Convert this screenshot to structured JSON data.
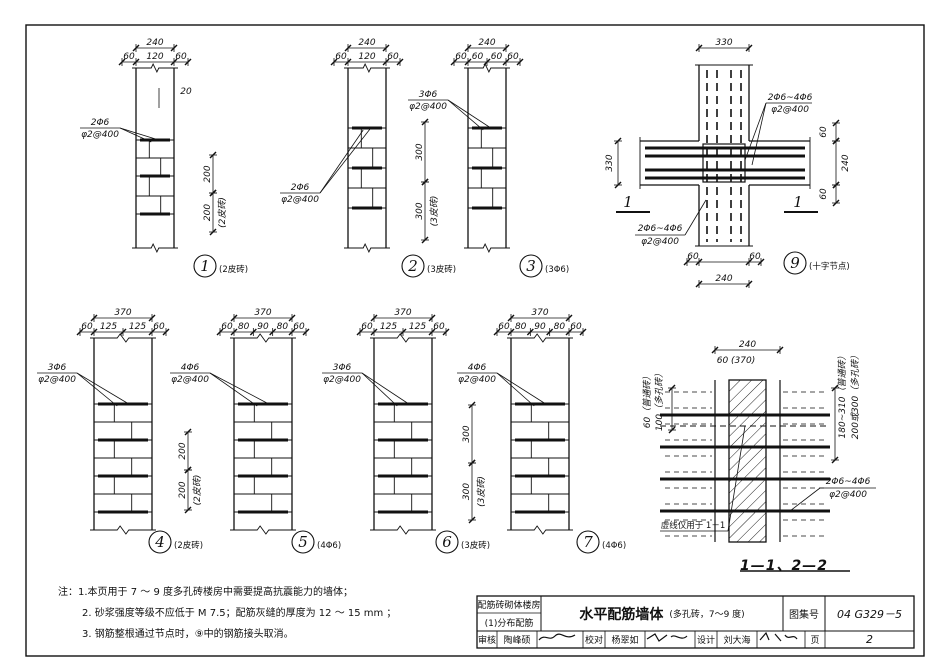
{
  "details": [
    {
      "number": "1",
      "caption": "(2皮砖)",
      "width_total": "240",
      "parts": [
        "60",
        "120",
        "60"
      ],
      "top_dim": "20",
      "bar_label": "2Φ6",
      "tie_label": "φ2@400",
      "vert_dims": [
        "200",
        "200"
      ],
      "vert_note": "(2皮砖)"
    },
    {
      "number": "2",
      "caption": "(3皮砖)",
      "width_total": "240",
      "parts": [
        "60",
        "120",
        "60"
      ],
      "bar_label": "2Φ6",
      "tie_label": "φ2@400",
      "vert_dims": [
        "300",
        "300"
      ],
      "vert_note": "(3皮砖)"
    },
    {
      "number": "3",
      "caption": "(3Φ6)",
      "width_total": "240",
      "parts": [
        "60",
        "60",
        "60",
        "60"
      ],
      "bar_label": "3Φ6",
      "tie_label": "φ2@400"
    },
    {
      "number": "4",
      "caption": "(2皮砖)",
      "width_total": "370",
      "parts": [
        "60",
        "125",
        "125",
        "60"
      ],
      "bar_label": "3Φ6",
      "tie_label": "φ2@400",
      "vert_dims": [
        "200",
        "200"
      ],
      "vert_note": "(2皮砖)"
    },
    {
      "number": "5",
      "caption": "(4Φ6)",
      "width_total": "370",
      "parts": [
        "60",
        "80",
        "90",
        "80",
        "60"
      ],
      "bar_label": "4Φ6",
      "tie_label": "φ2@400"
    },
    {
      "number": "6",
      "caption": "(3皮砖)",
      "width_total": "370",
      "parts": [
        "60",
        "125",
        "125",
        "60"
      ],
      "bar_label": "3Φ6",
      "tie_label": "φ2@400",
      "vert_dims": [
        "300",
        "300"
      ],
      "vert_note": "(3皮砖)"
    },
    {
      "number": "7",
      "caption": "(4Φ6)",
      "width_total": "370",
      "parts": [
        "60",
        "80",
        "90",
        "80",
        "60"
      ],
      "bar_label": "4Φ6",
      "tie_label": "φ2@400"
    }
  ],
  "cross": {
    "number": "9",
    "caption": "(十字节点)",
    "top_dim": "330",
    "left_dim": "330",
    "bar_label": "2Φ6~4Φ6",
    "tie_label": "φ2@400",
    "right_dims": [
      "60",
      "240",
      "60"
    ],
    "bottom_dims": [
      "60",
      "60"
    ],
    "bottom_total": "240",
    "section_mark": "1"
  },
  "section": {
    "title": "1—1、2—2",
    "top_dim": "240",
    "top_parts": [
      "60",
      "(370)"
    ],
    "left_dims": [
      "60（普通砖）",
      "100（多孔砖）"
    ],
    "right_dims": [
      "180~310（普通砖）",
      "200或300（多孔砖）"
    ],
    "bar_label": "2Φ6~4Φ6",
    "tie_label": "φ2@400",
    "dashed_note": "虚线仅用于 1－1"
  },
  "notes": [
    "注：1.本页用于 7 ～ 9 度多孔砖楼房中需要提高抗震能力的墙体；",
    "2. 砂浆强度等级不应低于 M 7.5；配筋灰缝的厚度为 12 ～ 15 mm ；",
    "3. 钢筋整根通过节点时，⑨中的钢筋接头取消。"
  ],
  "title_block": {
    "category": "配筋砖砌体楼房",
    "subcategory": "(1)分布配筋",
    "title": "水平配筋墙体",
    "subtitle": "(多孔砖，7～9 度)",
    "atlas_label": "图集号",
    "atlas_no": "04 G329－5",
    "page_label": "页",
    "page_no": "2",
    "review_label": "审核",
    "reviewer": "陶峰硕",
    "check_label": "校对",
    "checker": "杨翠如",
    "design_label": "设计",
    "designer": "刘大海"
  }
}
